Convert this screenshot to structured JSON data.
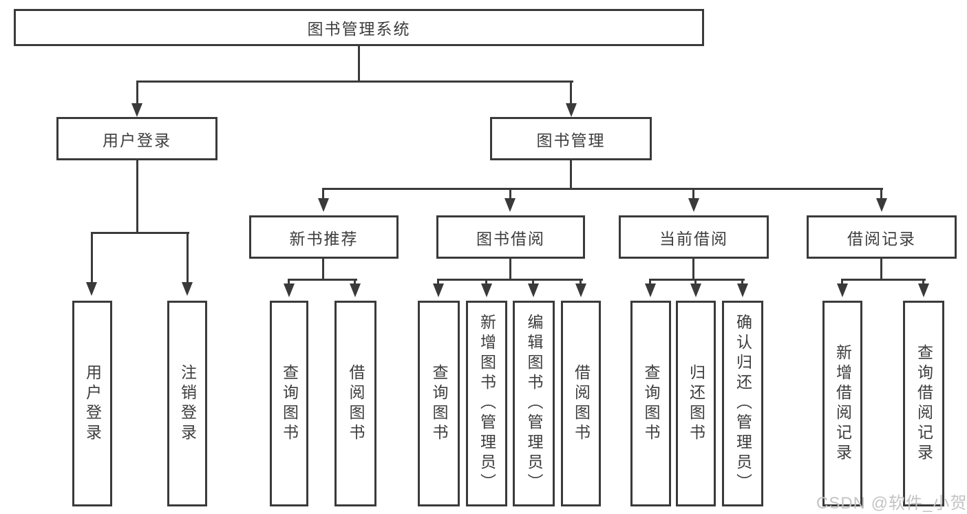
{
  "diagram": {
    "root": {
      "label": "图书管理系统"
    },
    "branches": [
      {
        "label": "用户登录",
        "children": [
          {
            "label": "用户登录"
          },
          {
            "label": "注销登录"
          }
        ]
      },
      {
        "label": "图书管理",
        "children": [
          {
            "label": "新书推荐",
            "children": [
              {
                "label": "查询图书"
              },
              {
                "label": "借阅图书"
              }
            ]
          },
          {
            "label": "图书借阅",
            "children": [
              {
                "label": "查询图书"
              },
              {
                "label": "新增图书（管理员）"
              },
              {
                "label": "编辑图书（管理员）"
              },
              {
                "label": "借阅图书"
              }
            ]
          },
          {
            "label": "当前借阅",
            "children": [
              {
                "label": "查询图书"
              },
              {
                "label": "归还图书"
              },
              {
                "label": "确认归还（管理员）"
              }
            ]
          },
          {
            "label": "借阅记录",
            "children": [
              {
                "label": "新增借阅记录"
              },
              {
                "label": "查询借阅记录"
              }
            ]
          }
        ]
      }
    ]
  },
  "watermark": {
    "text": "CSDN @软件_小贺同学"
  },
  "colors": {
    "line": "#3a3a3a",
    "text": "#3d3d3d",
    "watermark": "#c3c3c3",
    "background": "#ffffff"
  }
}
